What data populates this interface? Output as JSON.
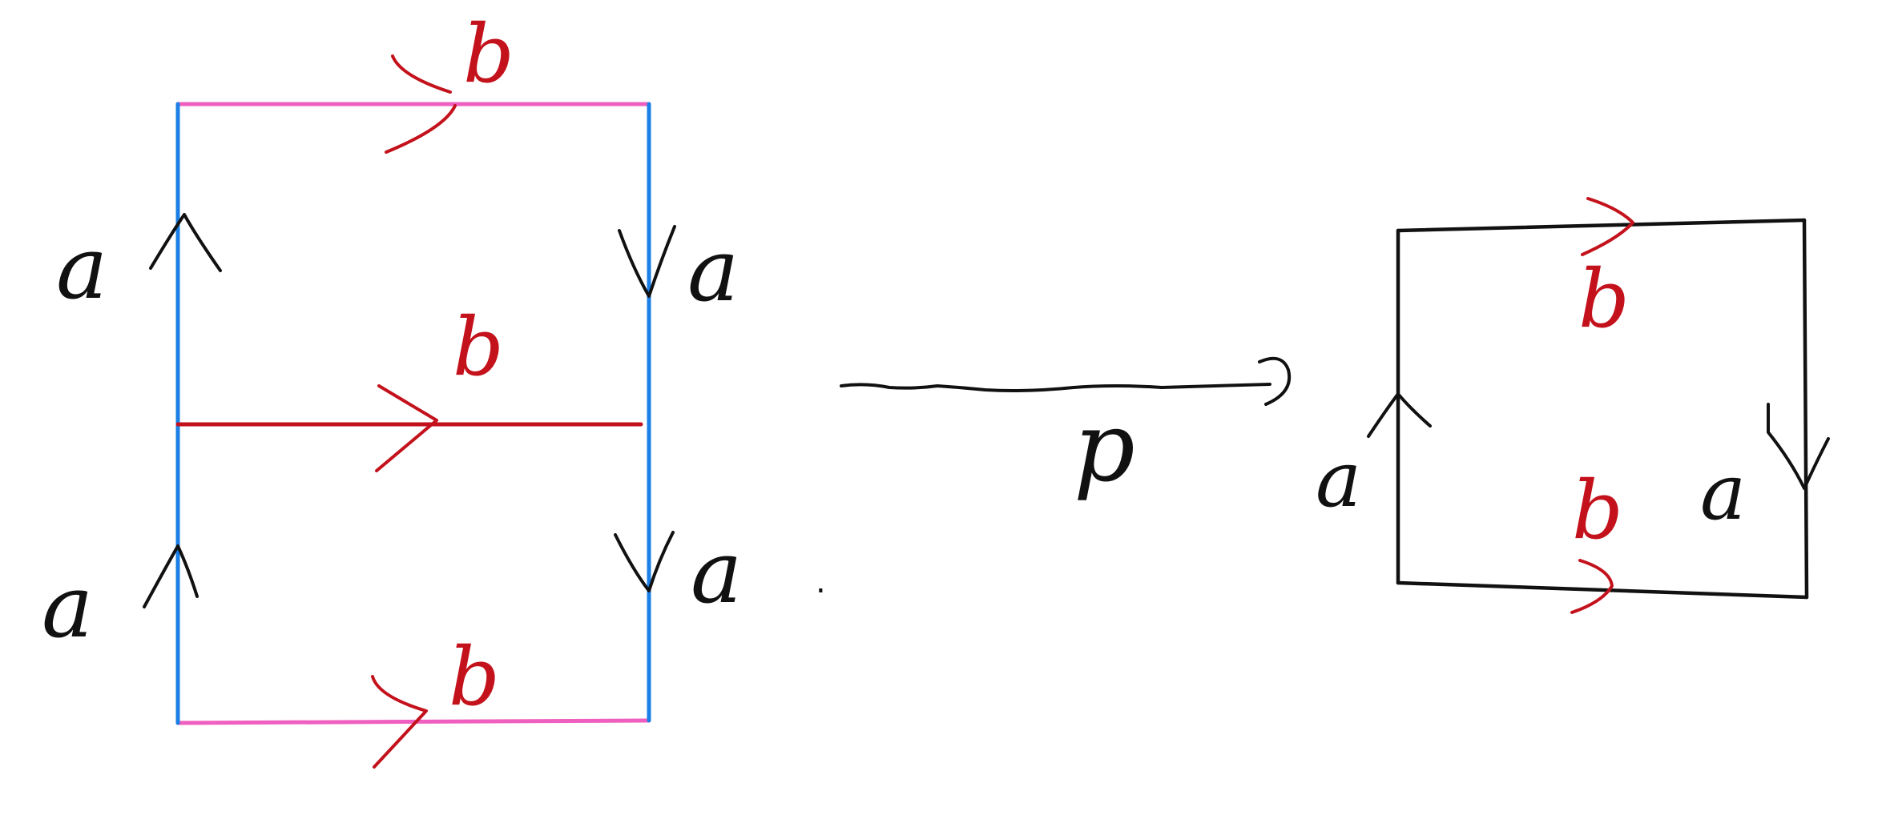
{
  "colors": {
    "blue_edge": "#1a7fe6",
    "pink_edge": "#ef5fc0",
    "red_ink": "#c4121c",
    "black_ink": "#111111",
    "background": "#ffffff"
  },
  "left_diagram": {
    "label_a_upper_left": "a",
    "label_a_upper_right": "a",
    "label_a_lower_left": "a",
    "label_a_lower_right": "a",
    "label_b_top": "b",
    "label_b_middle": "b",
    "label_b_bottom": "b",
    "stray_mark": "."
  },
  "map_arrow": {
    "label": "p"
  },
  "right_diagram": {
    "label_a_left": "a",
    "label_a_right": "a",
    "label_b_top": "b",
    "label_b_bottom": "b"
  }
}
